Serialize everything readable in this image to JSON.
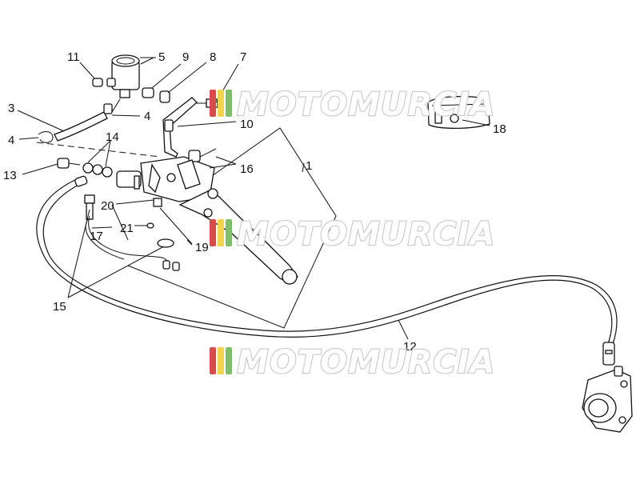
{
  "callouts": {
    "c1": "1",
    "c3": "3",
    "c4a": "4",
    "c4b": "4",
    "c5": "5",
    "c7": "7",
    "c8": "8",
    "c9": "9",
    "c10": "10",
    "c11": "11",
    "c12": "12",
    "c13": "13",
    "c14": "14",
    "c15": "15",
    "c16": "16",
    "c17": "17",
    "c18": "18",
    "c19": "19",
    "c20": "20",
    "c21": "21"
  },
  "watermark": {
    "text": "MOTOMURCIA",
    "colors": [
      "#d94a4a",
      "#f2d54a",
      "#7fbf6a"
    ]
  }
}
